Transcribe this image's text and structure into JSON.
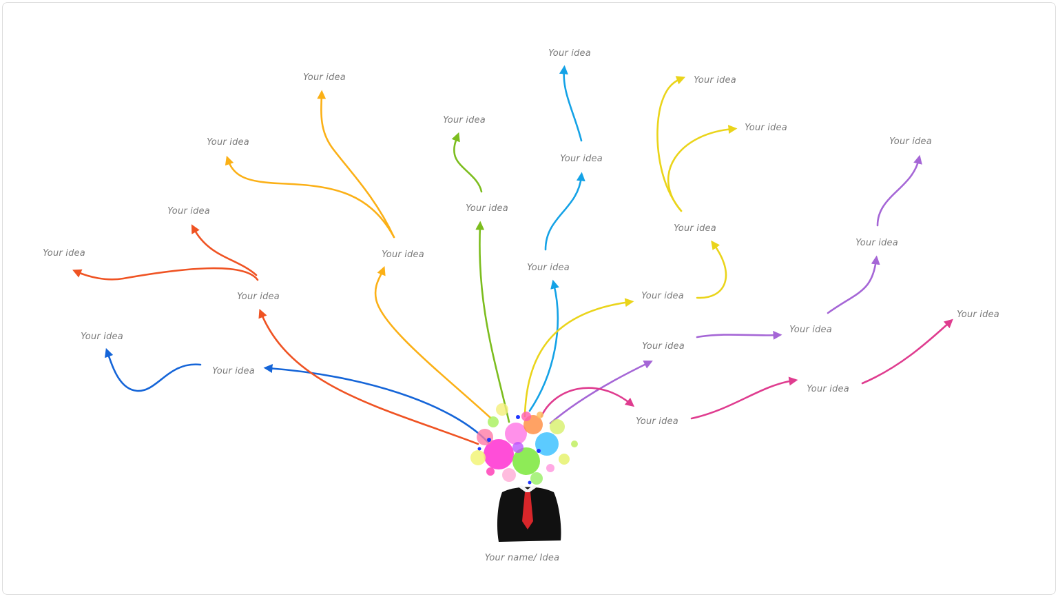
{
  "diagram": {
    "center_label": "Your name/ Idea",
    "idea_label": "Your idea",
    "colors": {
      "blue": "#1565d8",
      "orange_red": "#ef5323",
      "orange": "#fbb016",
      "green": "#7cbd1e",
      "sky_blue": "#14a2e6",
      "yellow": "#ead41a",
      "purple": "#a566d6",
      "magenta": "#df3c8f"
    },
    "nodes": [
      {
        "id": "n-blue-1",
        "text": "Your idea"
      },
      {
        "id": "n-blue-2",
        "text": "Your idea"
      },
      {
        "id": "n-red-1",
        "text": "Your idea"
      },
      {
        "id": "n-red-2",
        "text": "Your idea"
      },
      {
        "id": "n-red-3",
        "text": "Your idea"
      },
      {
        "id": "n-orange-1",
        "text": "Your idea"
      },
      {
        "id": "n-orange-2",
        "text": "Your idea"
      },
      {
        "id": "n-orange-3",
        "text": "Your idea"
      },
      {
        "id": "n-green-1",
        "text": "Your idea"
      },
      {
        "id": "n-green-2",
        "text": "Your idea"
      },
      {
        "id": "n-sky-1",
        "text": "Your idea"
      },
      {
        "id": "n-sky-2",
        "text": "Your idea"
      },
      {
        "id": "n-sky-3",
        "text": "Your idea"
      },
      {
        "id": "n-yellow-1",
        "text": "Your idea"
      },
      {
        "id": "n-yellow-2",
        "text": "Your idea"
      },
      {
        "id": "n-yellow-3",
        "text": "Your idea"
      },
      {
        "id": "n-yellow-4",
        "text": "Your idea"
      },
      {
        "id": "n-purple-1",
        "text": "Your idea"
      },
      {
        "id": "n-purple-2",
        "text": "Your idea"
      },
      {
        "id": "n-purple-3",
        "text": "Your idea"
      },
      {
        "id": "n-purple-4",
        "text": "Your idea"
      },
      {
        "id": "n-magenta-1",
        "text": "Your idea"
      },
      {
        "id": "n-magenta-2",
        "text": "Your idea"
      },
      {
        "id": "n-magenta-3",
        "text": "Your idea"
      }
    ]
  }
}
